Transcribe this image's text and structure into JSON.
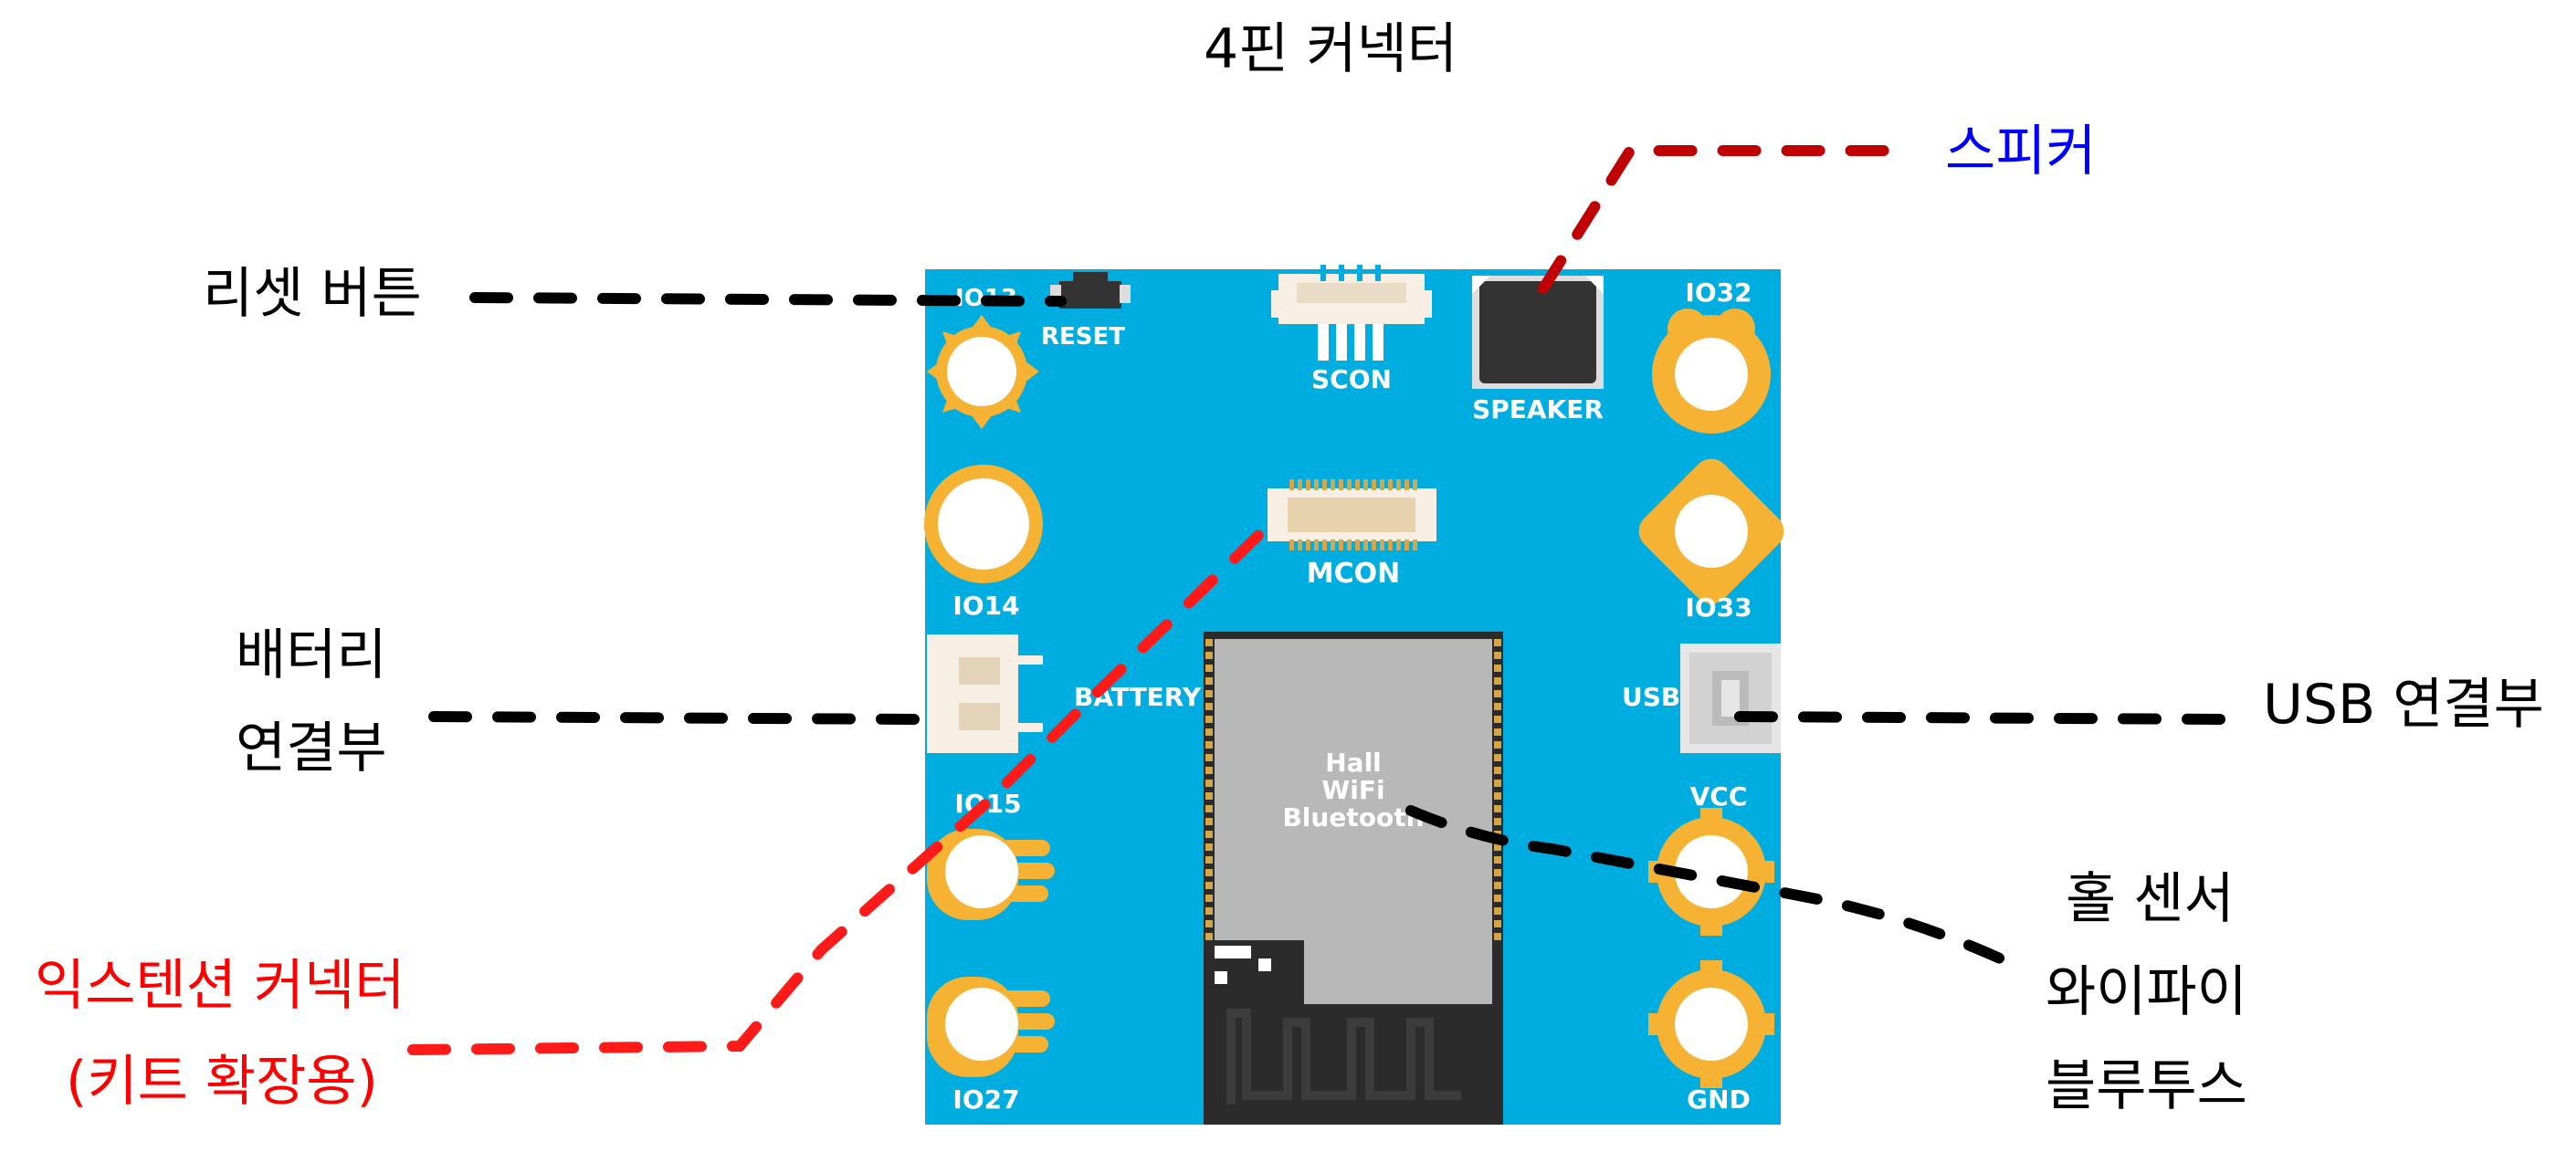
{
  "colors": {
    "board": "#00ADE0",
    "pad": "#F6B232",
    "pad_hole": "#FFFFFF",
    "connector": "#F7EFE3",
    "speaker": "#333333",
    "module_shield": "#B8B8B8",
    "module_base": "#2B2B2B",
    "callout_black": "#000000",
    "callout_red": "#FF1A1A",
    "callout_darkred": "#C00000",
    "label_blue": "#0000FF",
    "label_red": "#FF0000"
  },
  "callouts": {
    "top_connector": "4핀 커넥터",
    "speaker": "스피커",
    "reset_button": "리셋 버튼",
    "battery_line1": "배터리",
    "battery_line2": "연결부",
    "usb": "USB 연결부",
    "sensor_line1": "홀 센서",
    "sensor_line2": "와이파이",
    "sensor_line3": "블루투스",
    "extension_line1": "익스텐션 커넥터",
    "extension_line2": "(키트 확장용)"
  },
  "board": {
    "io13": "IO13",
    "reset": "RESET",
    "scon": "SCON",
    "speaker": "SPEAKER",
    "io32": "IO32",
    "io14": "IO14",
    "mcon": "MCON",
    "io33": "IO33",
    "battery": "BATTERY",
    "usb": "USB",
    "io15": "IO15",
    "vcc": "VCC",
    "io27": "IO27",
    "gnd": "GND",
    "module_hall": "Hall",
    "module_wifi": "WiFi",
    "module_bluetooth": "Bluetooth"
  }
}
